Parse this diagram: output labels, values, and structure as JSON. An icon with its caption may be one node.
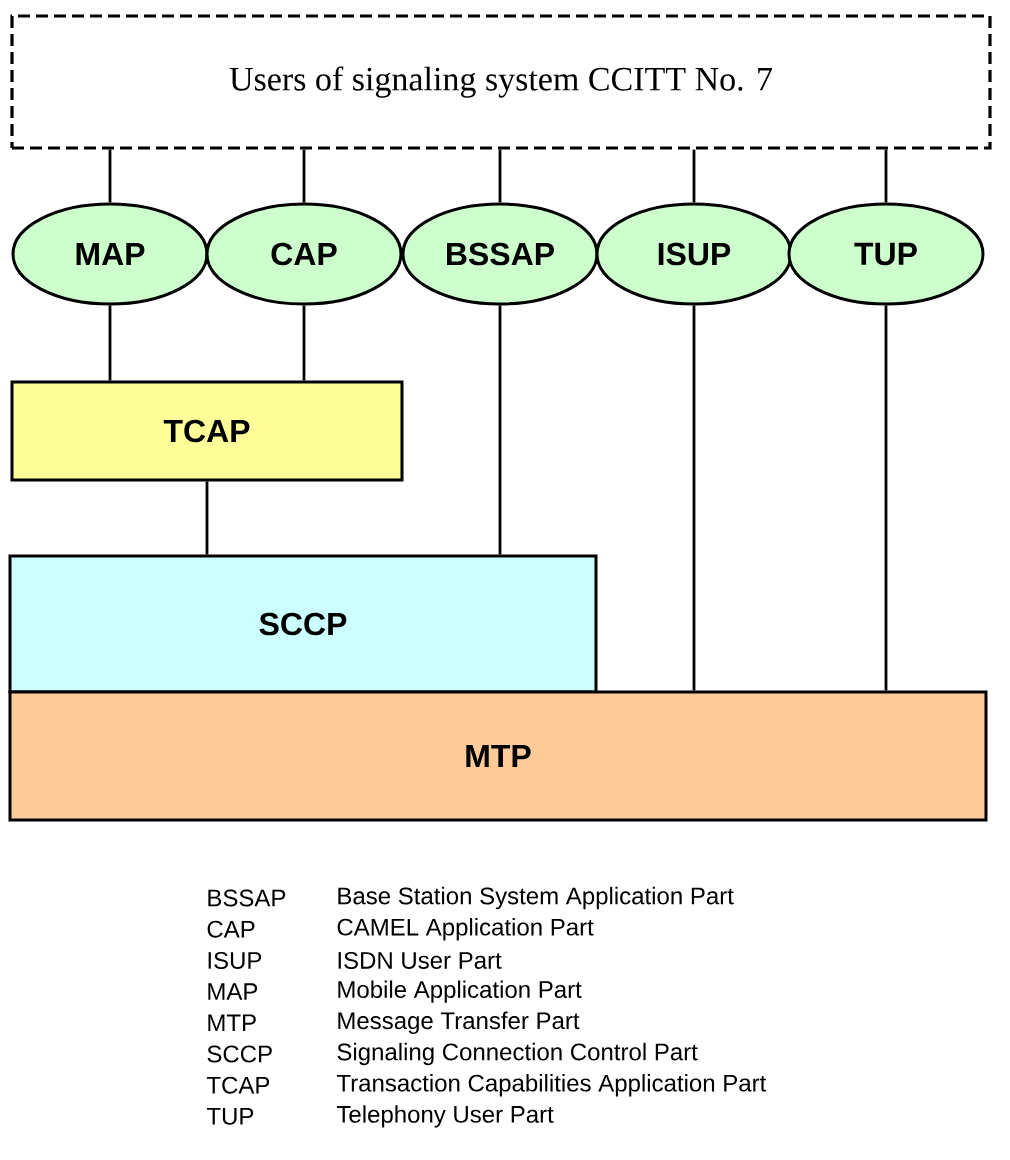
{
  "diagram": {
    "nodes": [
      {
        "text": [
          "Users of signaling system CCITT No. 7"
        ]
      },
      {
        "text": [
          "MAP"
        ]
      },
      {
        "text": [
          "CAP"
        ]
      },
      {
        "text": [
          "BSSAP"
        ]
      },
      {
        "text": [
          "ISUP"
        ]
      },
      {
        "text": [
          "TUP"
        ]
      },
      {
        "text": [
          "TCAP"
        ]
      },
      {
        "text": [
          "SCCP"
        ]
      },
      {
        "text": [
          "MTP"
        ]
      }
    ],
    "edges": [
      {
        "from": 0,
        "to": 1,
        "arrow": "none"
      },
      {
        "from": 0,
        "to": 2,
        "arrow": "none"
      },
      {
        "from": 0,
        "to": 3,
        "arrow": "none"
      },
      {
        "from": 0,
        "to": 4,
        "arrow": "none"
      },
      {
        "from": 0,
        "to": 5,
        "arrow": "none"
      },
      {
        "from": 1,
        "to": 6,
        "arrow": "none"
      },
      {
        "from": 2,
        "to": 6,
        "arrow": "none"
      },
      {
        "from": 6,
        "to": 7,
        "arrow": "none"
      },
      {
        "from": 3,
        "to": 7,
        "arrow": "none"
      },
      {
        "from": 4,
        "to": 8,
        "arrow": "none"
      },
      {
        "from": 5,
        "to": 8,
        "arrow": "none"
      }
    ],
    "labels": [
      "BSSAP",
      "Base Station System Application Part",
      "CAP",
      "CAMEL Application Part",
      "ISUP",
      "ISDN User Part",
      "MAP",
      "Mobile Application Part",
      "MTP",
      "Message Transfer Part",
      "SCCP",
      "Signaling Connection Control Part",
      "TCAP",
      "Transaction Capabilities Application Part",
      "TUP",
      "Telephony User Part"
    ]
  }
}
